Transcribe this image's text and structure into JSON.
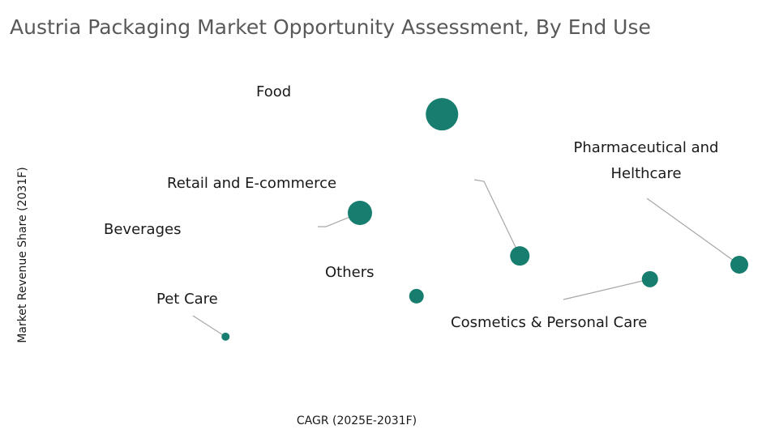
{
  "chart_data": {
    "type": "scatter",
    "subtype": "bubble",
    "title": "Austria Packaging Market Opportunity Assessment, By End Use",
    "xlabel": "CAGR (2025E-2031F)",
    "ylabel": "Market Revenue Share (2031F)",
    "xlim": [
      0,
      100
    ],
    "ylim": [
      0,
      100
    ],
    "grid": false,
    "legend": "none",
    "color": "#0f7a6a",
    "points": [
      {
        "name": "Food",
        "x": 48.7,
        "y": 91.1,
        "size": 20
      },
      {
        "name": "Beverages",
        "x": 35.2,
        "y": 56.3,
        "size": 15
      },
      {
        "name": "Retail and E-commerce",
        "x": 61.5,
        "y": 41.1,
        "size": 12
      },
      {
        "name": "Others",
        "x": 44.5,
        "y": 26.9,
        "size": 9
      },
      {
        "name": "Pet Care",
        "x": 13.1,
        "y": 12.6,
        "size": 5
      },
      {
        "name": "Cosmetics & Personal Care",
        "x": 82.9,
        "y": 32.9,
        "size": 10
      },
      {
        "name": "Pharmaceutical and Helthcare",
        "x": 97.6,
        "y": 38.0,
        "size": 11
      }
    ]
  }
}
